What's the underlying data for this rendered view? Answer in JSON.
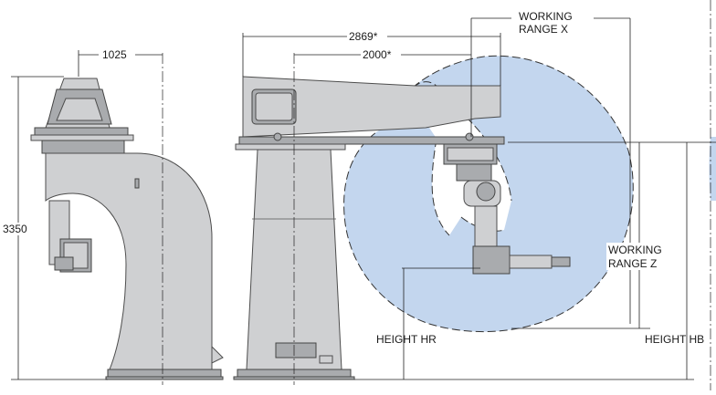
{
  "dimensions": {
    "width_side": "1025",
    "height_total": "3350",
    "reach_full": "2869*",
    "reach_axis": "2000*"
  },
  "labels": {
    "working_range_x_line1": "WORKING",
    "working_range_x_line2": "RANGE X",
    "working_range_z_line1": "WORKING",
    "working_range_z_line2": "RANGE Z",
    "height_hr": "HEIGHT HR",
    "height_hb": "HEIGHT HB"
  },
  "colors": {
    "working_range_fill": "#c3d6ee",
    "machine_body": "#cfd0d2",
    "outline": "#4d4d4d"
  }
}
